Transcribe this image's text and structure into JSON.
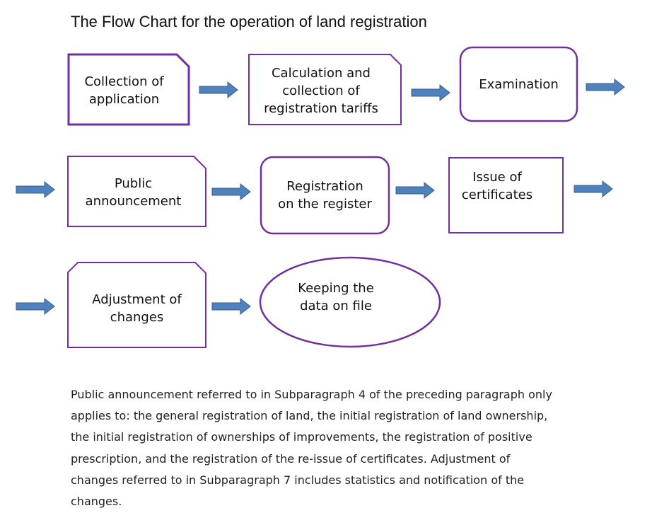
{
  "title": "The Flow Chart for the operation of land registration",
  "colors": {
    "box_border": "#7030a0",
    "arrow_fill": "#4f81bd",
    "arrow_stroke": "#385d8a",
    "text": "#111111"
  },
  "steps": [
    {
      "id": 1,
      "shape": "snipped-rect",
      "label": "Collection of\napplication"
    },
    {
      "id": 2,
      "shape": "snipped-rect",
      "label": "Calculation and\ncollection of\nregistration tariffs"
    },
    {
      "id": 3,
      "shape": "rounded-rect",
      "label": "Examination"
    },
    {
      "id": 4,
      "shape": "snipped-rect",
      "label": "Public\nannouncement"
    },
    {
      "id": 5,
      "shape": "rounded-rect",
      "label": "Registration\non the register"
    },
    {
      "id": 6,
      "shape": "rect",
      "label": "Issue of\ncertificates"
    },
    {
      "id": 7,
      "shape": "snipped-rect",
      "label": "Adjustment of\nchanges"
    },
    {
      "id": 8,
      "shape": "ellipse",
      "label": "Keeping the\ndata on file"
    }
  ],
  "caption": "Public announcement referred to in Subparagraph 4 of the preceding paragraph only\napplies to: the general registration of land, the initial registration of land ownership,\nthe initial registration of ownerships of improvements, the registration of positive\nprescription, and the registration of the re-issue of certificates. Adjustment of\nchanges referred to in Subparagraph 7 includes statistics and notification of the\nchanges."
}
